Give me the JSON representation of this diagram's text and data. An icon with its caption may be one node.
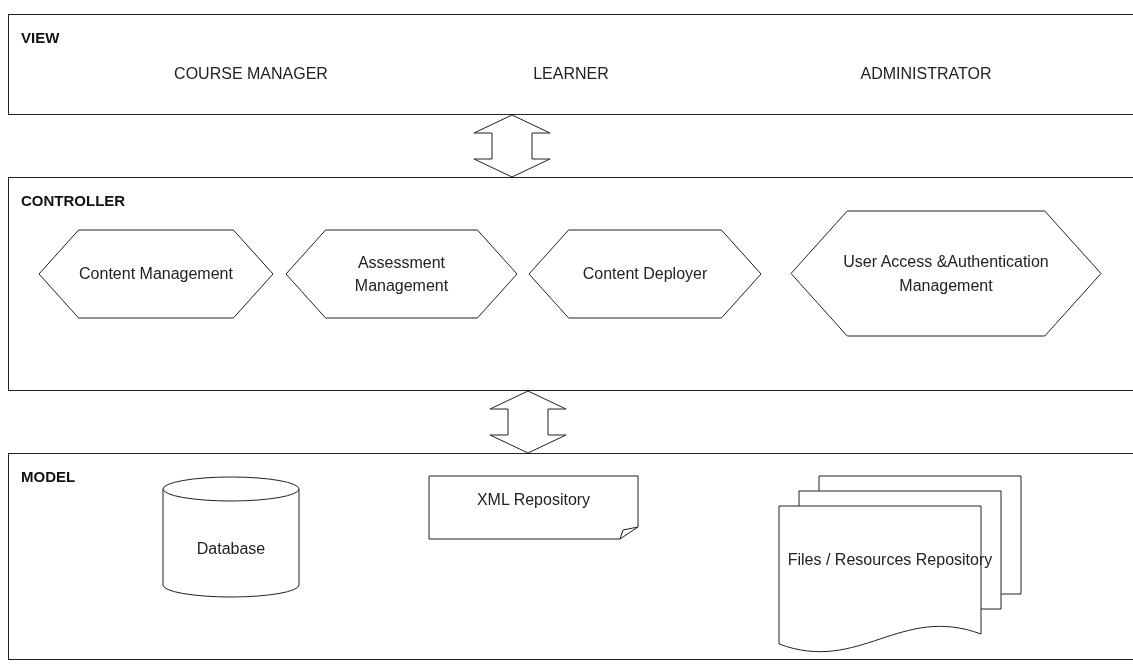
{
  "diagram": {
    "nodes": [
      {
        "text": [
          "VIEW",
          "COURSE MANAGER",
          "LEARNER",
          "ADMINISTRATOR"
        ]
      },
      {
        "text": [
          "CONTROLLER"
        ]
      },
      {
        "text": [
          "Content Management"
        ],
        "in": 1
      },
      {
        "text": [
          "Assessment Management"
        ],
        "in": 1
      },
      {
        "text": [
          "Content Deployer"
        ],
        "in": 1
      },
      {
        "text": [
          "User Access &Authentication Management"
        ],
        "in": 1
      },
      {
        "text": [
          "MODEL"
        ]
      },
      {
        "text": [
          "Database"
        ],
        "in": 6
      },
      {
        "text": [
          "XML Repository"
        ],
        "in": 6
      },
      {
        "text": [
          "Files / Resources Repository"
        ],
        "in": 6
      }
    ],
    "edges": [
      {
        "from": 0,
        "to": 1,
        "arrow": "both"
      },
      {
        "from": 1,
        "to": 6,
        "arrow": "both"
      }
    ]
  }
}
